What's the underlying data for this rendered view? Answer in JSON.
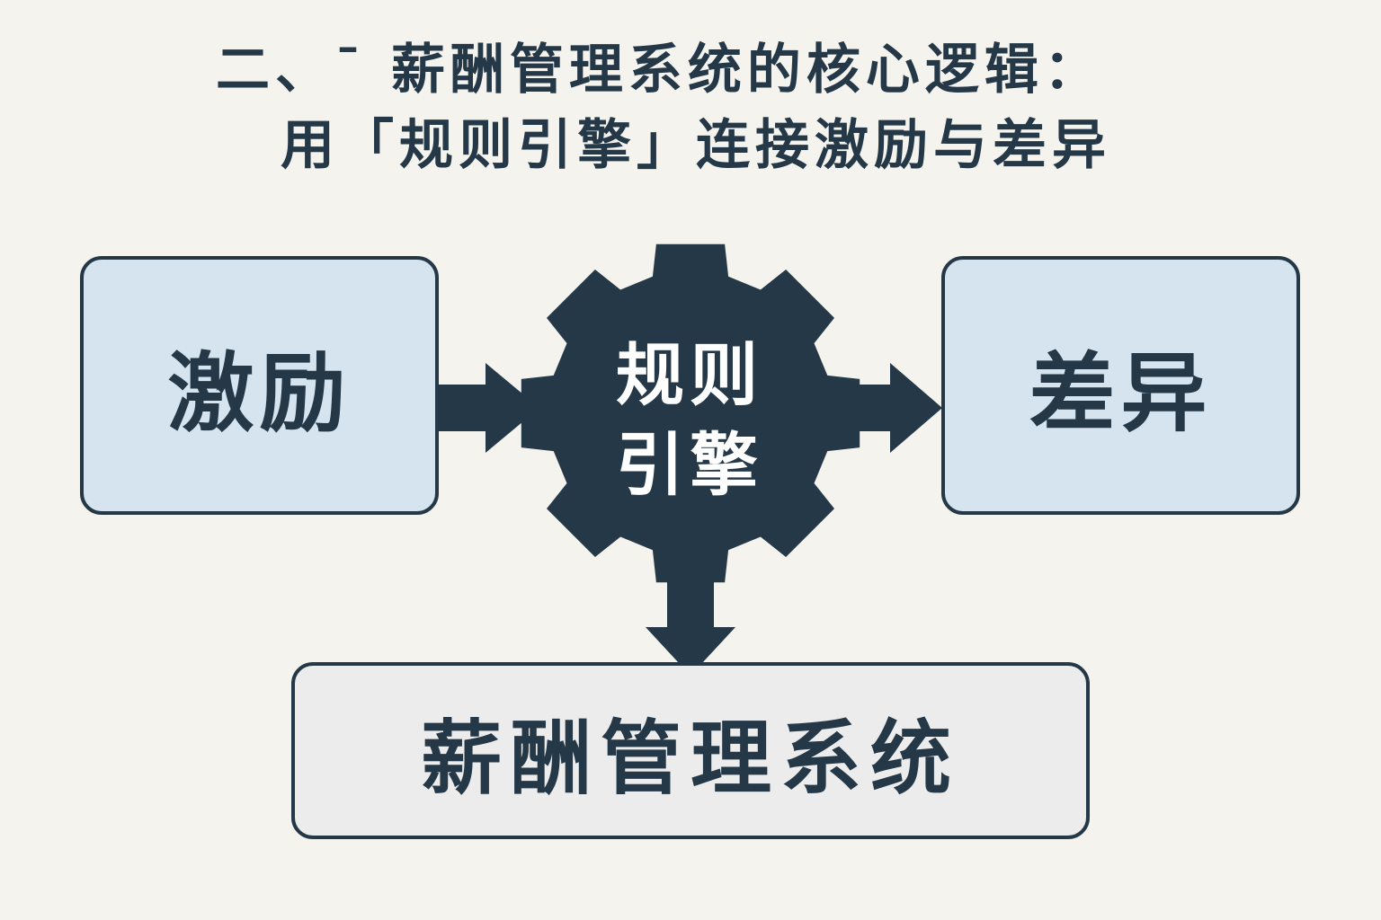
{
  "title": {
    "line1": "二、¯  薪酬管理系统的核心逻辑：",
    "line2": "用「规则引擎」连接激励与差异"
  },
  "nodes": {
    "incentive": "激励",
    "engine_line1": "规则",
    "engine_line2": "引擎",
    "difference": "差异",
    "system": "薪酬管理系统"
  },
  "colors": {
    "background": "#f4f3ee",
    "dark": "#253847",
    "box_blue": "#d5e4ef",
    "box_gray": "#ececec"
  }
}
